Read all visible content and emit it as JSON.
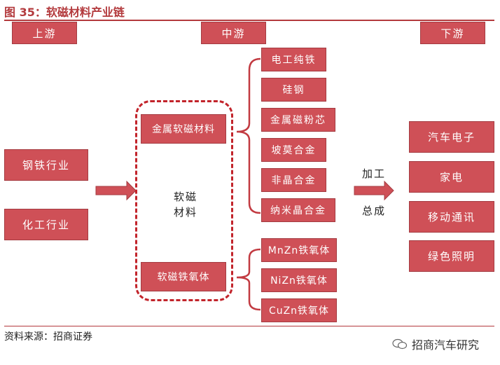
{
  "figure_title": "图 35：软磁材料产业链",
  "headers": {
    "upstream": "上游",
    "midstream": "中游",
    "downstream": "下游"
  },
  "upstream": [
    "钢铁行业",
    "化工行业"
  ],
  "center": {
    "line1": "软磁",
    "line2": "材料"
  },
  "categories": {
    "metal": "金属软磁材料",
    "ferrite": "软磁铁氧体"
  },
  "metal_items": [
    "电工纯铁",
    "硅钢",
    "金属磁粉芯",
    "坡莫合金",
    "非晶合金",
    "纳米晶合金"
  ],
  "ferrite_items": [
    "MnZn铁氧体",
    "NiZn铁氧体",
    "CuZn铁氧体"
  ],
  "process": {
    "line1": "加工",
    "line2": "总成"
  },
  "downstream": [
    "汽车电子",
    "家电",
    "移动通讯",
    "绿色照明"
  ],
  "source": "资料来源：招商证券",
  "watermark": "招商汽车研究",
  "colors": {
    "box_fill": "#cf5057",
    "accent": "#b33a3d",
    "dashed": "#c2242b"
  }
}
